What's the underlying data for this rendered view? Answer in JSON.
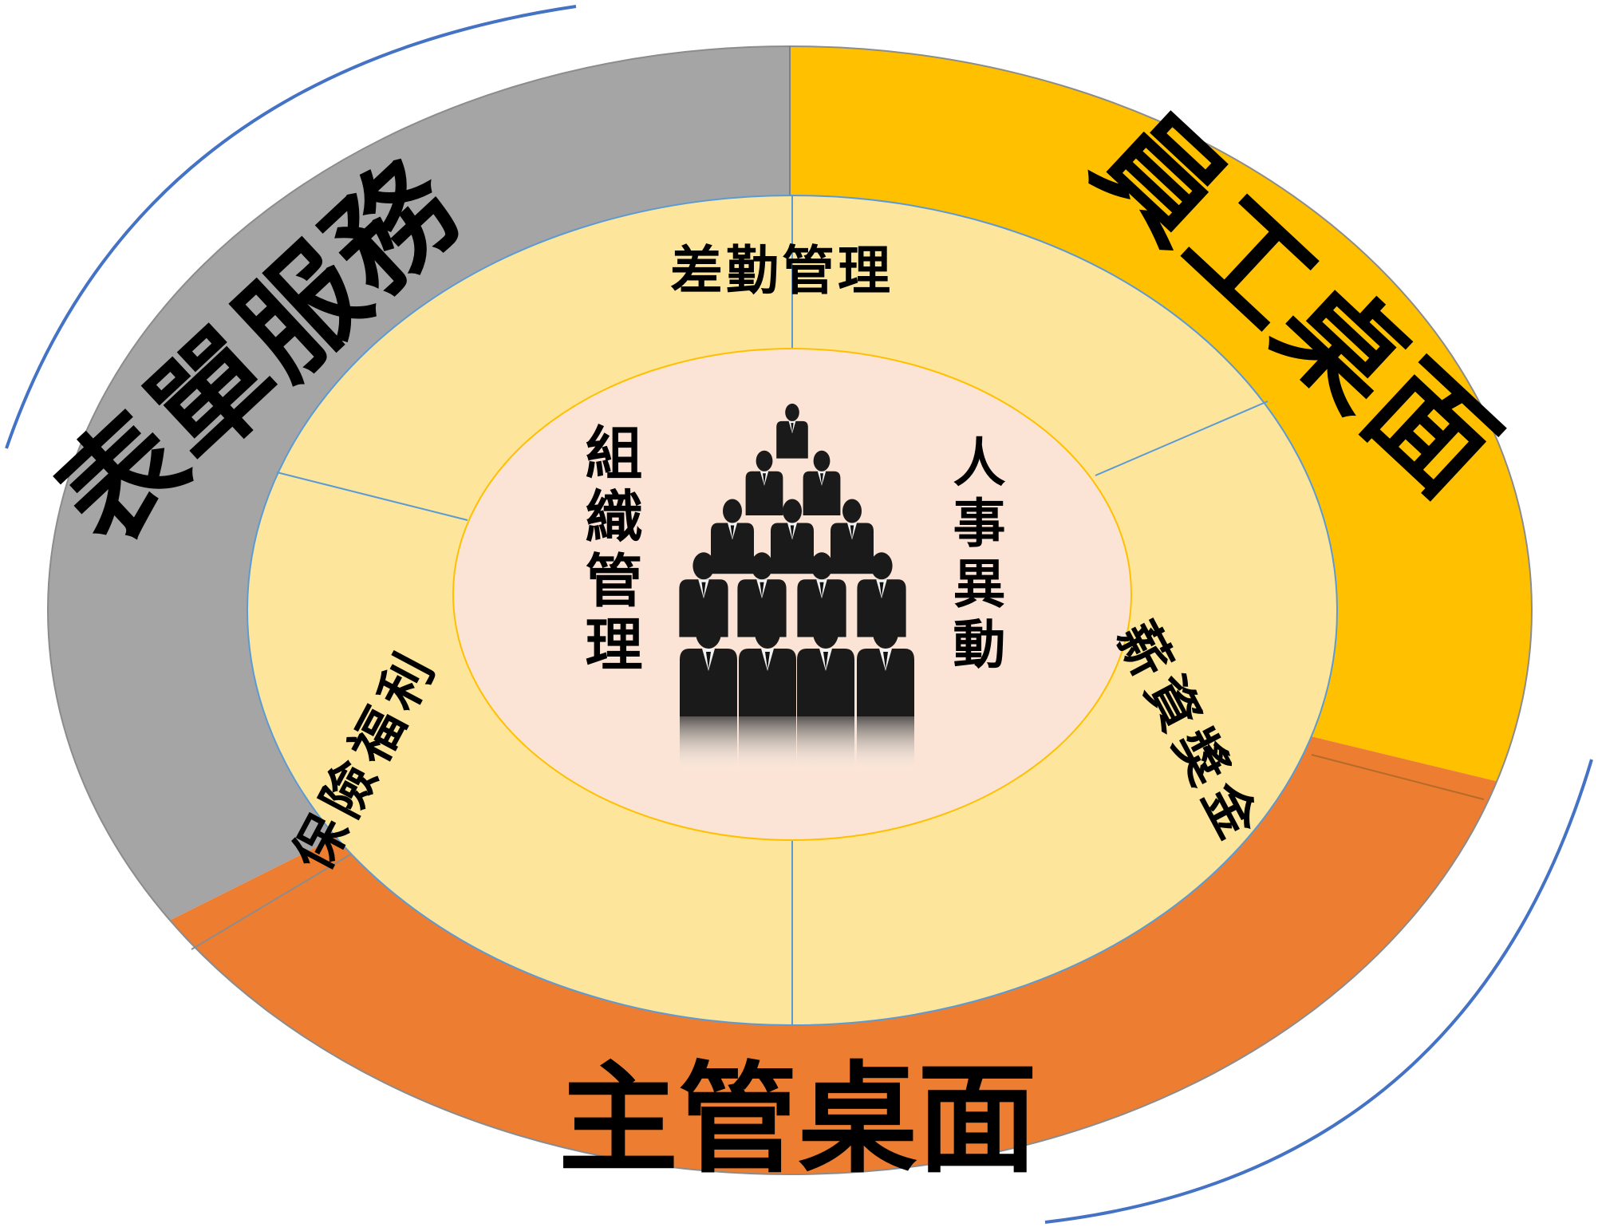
{
  "outer_ring": {
    "form_services": "表單服務",
    "employee_desktop": "員工桌面",
    "manager_desktop": "主管桌面"
  },
  "middle_ring": {
    "attendance": "差勤管理",
    "personnel_change": "人事異動",
    "salary_bonus": "薪資獎金",
    "insurance_welfare": "保險福利"
  },
  "hub": {
    "organization": "組織管理"
  },
  "colors": {
    "outer_gray": "#a5a5a5",
    "outer_yellow": "#ffc000",
    "outer_orange": "#ed7d31",
    "middle_fill": "#fde59b",
    "inner_fill": "#fbe4d5",
    "arc_blue": "#4472c4",
    "divider_blue": "#5b9bd5"
  },
  "icons": {
    "center": "business-people-pyramid-icon"
  }
}
